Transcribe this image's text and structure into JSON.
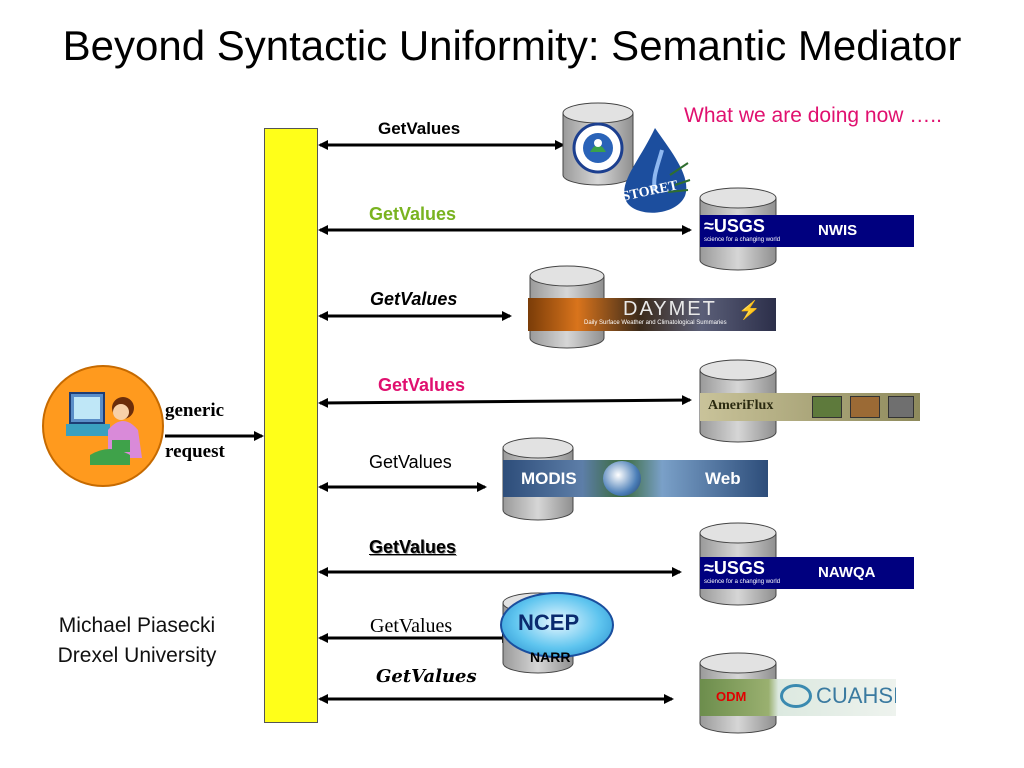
{
  "title": "Beyond Syntactic Uniformity: Semantic Mediator",
  "subtitle": "What we are doing now …..",
  "user": {
    "generic": "generic",
    "request": "request"
  },
  "author": {
    "name": "Michael Piasecki",
    "affiliation": "Drexel University"
  },
  "colors": {
    "bar": "#ffff19",
    "nwis_green": "#79b320",
    "pink": "#e0106f",
    "usgs_blue": "#00007f",
    "odm_red": "#e00000"
  },
  "rows": [
    {
      "label": "GetValues",
      "color": "#000000"
    },
    {
      "label": "GetValues",
      "color": "#79b320"
    },
    {
      "label": "GetValues",
      "color": "#000000"
    },
    {
      "label": "GetValues",
      "color": "#e0106f"
    },
    {
      "label": "GetValues",
      "color": "#000000"
    },
    {
      "label": "GetValues",
      "color": "#000000"
    },
    {
      "label": "GetValues",
      "color": "#000000"
    },
    {
      "label": "GetValues",
      "color": "#000000"
    }
  ],
  "sources": {
    "storet": {
      "icon": "epa-seal-icon",
      "text": "STORET"
    },
    "nwis": {
      "logo": "≈USGS",
      "tagline": "science for a changing world",
      "name": "NWIS"
    },
    "daymet": {
      "name": "DAYMET",
      "tagline": "Daily Surface Weather and Climatological Summaries"
    },
    "ameriflux": {
      "name": "AmeriFlux"
    },
    "modis": {
      "left": "MODIS",
      "right": "Web"
    },
    "nawqa": {
      "logo": "≈USGS",
      "tagline": "science for a changing world",
      "name": "NAWQA"
    },
    "ncep": {
      "name": "NCEP",
      "sub": "NARR"
    },
    "odm": {
      "left": "ODM",
      "right": "CUAHSI"
    }
  }
}
